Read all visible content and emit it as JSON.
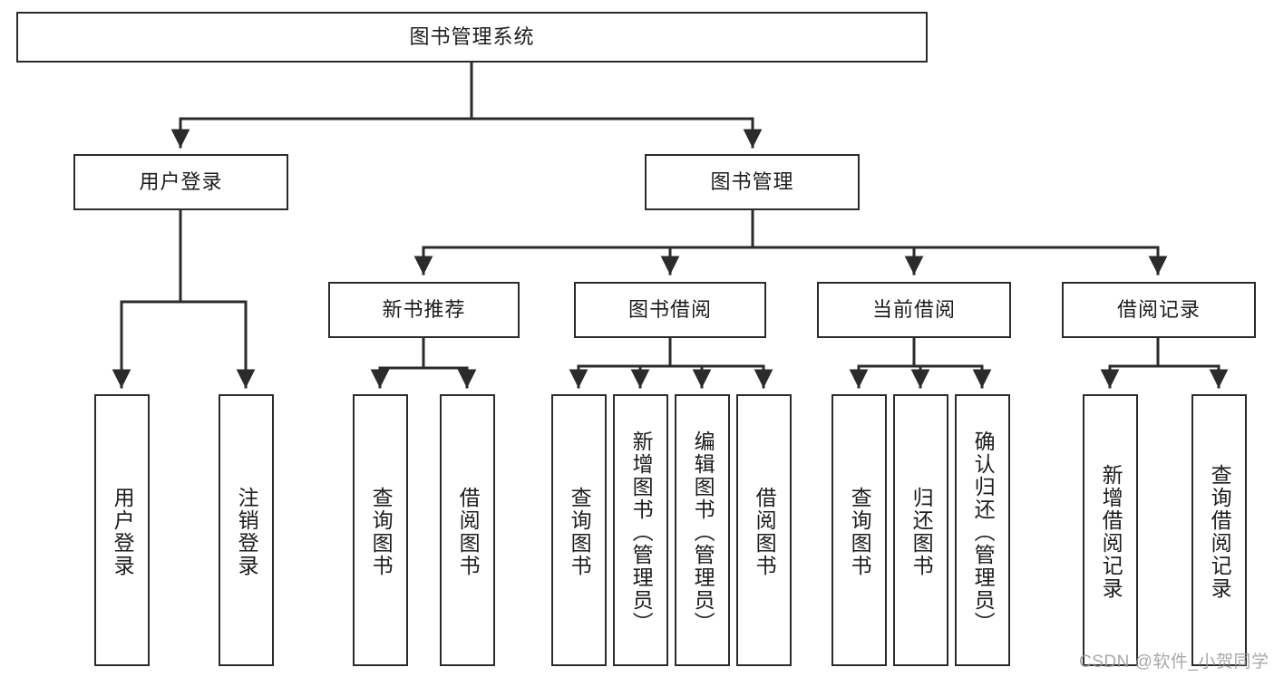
{
  "diagram": {
    "type": "tree-flowchart",
    "title": "图书管理系统",
    "watermark": "CSDN @软件_小贺同学",
    "colors": {
      "box_border": "#2b2b2b",
      "box_fill": "#ffffff",
      "connector": "#2b2b2b",
      "text": "#1c1c1c",
      "watermark": "#9a9a9a",
      "background": "#ffffff"
    },
    "levels": {
      "root_label": "图书管理系统",
      "level2": [
        {
          "id": "user-login",
          "label": "用户登录"
        },
        {
          "id": "book-management",
          "label": "图书管理"
        }
      ],
      "level3": [
        {
          "id": "new-book-recommend",
          "label": "新书推荐"
        },
        {
          "id": "book-borrow",
          "label": "图书借阅"
        },
        {
          "id": "current-borrow",
          "label": "当前借阅"
        },
        {
          "id": "borrow-record",
          "label": "借阅记录"
        }
      ],
      "leaves": {
        "user_login": [
          {
            "id": "leaf-user-login",
            "label": "用户登录"
          },
          {
            "id": "leaf-logout-login",
            "label": "注销登录"
          }
        ],
        "new_book_recommend": [
          {
            "id": "leaf-query-book-1",
            "label": "查询图书"
          },
          {
            "id": "leaf-borrow-book-1",
            "label": "借阅图书"
          }
        ],
        "book_borrow": [
          {
            "id": "leaf-query-book-2",
            "label": "查询图书"
          },
          {
            "id": "leaf-add-book",
            "label": "新增图书（管理员）"
          },
          {
            "id": "leaf-edit-book",
            "label": "编辑图书（管理员）"
          },
          {
            "id": "leaf-borrow-book-2",
            "label": "借阅图书"
          }
        ],
        "current_borrow": [
          {
            "id": "leaf-query-book-3",
            "label": "查询图书"
          },
          {
            "id": "leaf-return-book",
            "label": "归还图书"
          },
          {
            "id": "leaf-confirm-return",
            "label": "确认归还（管理员）"
          }
        ],
        "borrow_record": [
          {
            "id": "leaf-add-record",
            "label": "新增借阅记录"
          },
          {
            "id": "leaf-query-record",
            "label": "查询借阅记录"
          }
        ]
      }
    },
    "edges": [
      {
        "from": "图书管理系统",
        "to": "用户登录"
      },
      {
        "from": "图书管理系统",
        "to": "图书管理"
      },
      {
        "from": "用户登录",
        "to": "用户登录"
      },
      {
        "from": "用户登录",
        "to": "注销登录"
      },
      {
        "from": "图书管理",
        "to": "新书推荐"
      },
      {
        "from": "图书管理",
        "to": "图书借阅"
      },
      {
        "from": "图书管理",
        "to": "当前借阅"
      },
      {
        "from": "图书管理",
        "to": "借阅记录"
      },
      {
        "from": "新书推荐",
        "to": "查询图书"
      },
      {
        "from": "新书推荐",
        "to": "借阅图书"
      },
      {
        "from": "图书借阅",
        "to": "查询图书"
      },
      {
        "from": "图书借阅",
        "to": "新增图书（管理员）"
      },
      {
        "from": "图书借阅",
        "to": "编辑图书（管理员）"
      },
      {
        "from": "图书借阅",
        "to": "借阅图书"
      },
      {
        "from": "当前借阅",
        "to": "查询图书"
      },
      {
        "from": "当前借阅",
        "to": "归还图书"
      },
      {
        "from": "当前借阅",
        "to": "确认归还（管理员）"
      },
      {
        "from": "借阅记录",
        "to": "新增借阅记录"
      },
      {
        "from": "借阅记录",
        "to": "查询借阅记录"
      }
    ]
  }
}
